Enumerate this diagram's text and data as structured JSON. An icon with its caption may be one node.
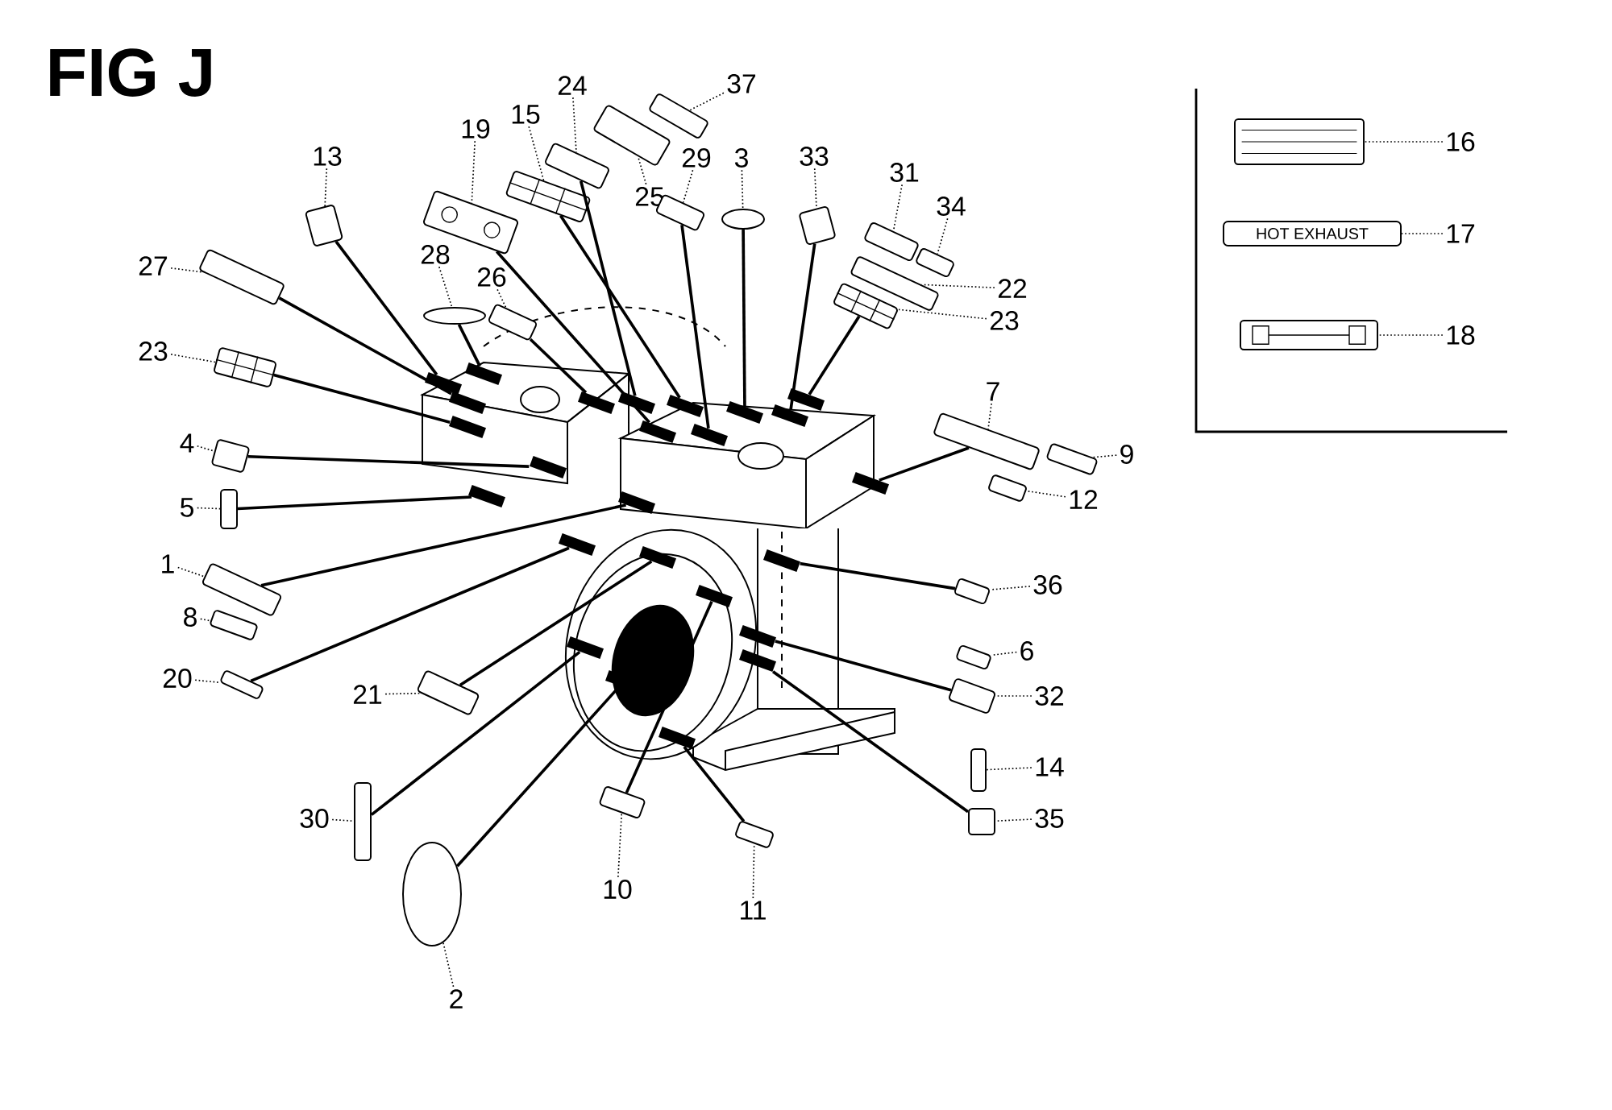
{
  "diagram": {
    "title": "FIG J",
    "nodes": [
      {
        "text": [
          "13"
        ]
      },
      {
        "text": [],
        "shape": "box"
      },
      {
        "text": [
          "19"
        ]
      },
      {
        "text": [],
        "shape": "box"
      },
      {
        "text": [
          "15"
        ]
      },
      {
        "text": [],
        "shape": "box"
      },
      {
        "text": [
          "24"
        ]
      },
      {
        "text": [],
        "shape": "box"
      },
      {
        "text": [
          "37"
        ]
      },
      {
        "text": [],
        "shape": "box"
      },
      {
        "text": [
          "25"
        ]
      },
      {
        "text": [],
        "shape": "box"
      },
      {
        "text": [
          "3"
        ]
      },
      {
        "text": [],
        "shape": "ellipse"
      },
      {
        "text": [
          "33"
        ]
      },
      {
        "text": [],
        "shape": "box"
      },
      {
        "text": [
          "29"
        ]
      },
      {
        "text": [],
        "shape": "box"
      },
      {
        "text": [
          "27"
        ]
      },
      {
        "text": [],
        "shape": "box"
      },
      {
        "text": [
          "28"
        ]
      },
      {
        "text": [],
        "shape": "ellipse"
      },
      {
        "text": [
          "26"
        ]
      },
      {
        "text": [],
        "shape": "box"
      },
      {
        "text": [
          "31"
        ]
      },
      {
        "text": [],
        "shape": "box"
      },
      {
        "text": [
          "34"
        ]
      },
      {
        "text": [],
        "shape": "box"
      },
      {
        "text": [
          "22"
        ]
      },
      {
        "text": [],
        "shape": "box"
      },
      {
        "text": [
          "23"
        ]
      },
      {
        "text": [],
        "shape": "box"
      },
      {
        "text": [
          "23"
        ]
      },
      {
        "text": [],
        "shape": "box"
      },
      {
        "text": [
          "4"
        ]
      },
      {
        "text": [],
        "shape": "box"
      },
      {
        "text": [
          "7"
        ]
      },
      {
        "text": [],
        "shape": "box"
      },
      {
        "text": [
          "9"
        ]
      },
      {
        "text": [],
        "shape": "box"
      },
      {
        "text": [
          "12"
        ]
      },
      {
        "text": [],
        "shape": "box"
      },
      {
        "text": [
          "5"
        ]
      },
      {
        "text": [],
        "shape": "box"
      },
      {
        "text": [
          "1"
        ]
      },
      {
        "text": [],
        "shape": "box"
      },
      {
        "text": [
          "8"
        ]
      },
      {
        "text": [],
        "shape": "box"
      },
      {
        "text": [
          "36"
        ]
      },
      {
        "text": [],
        "shape": "box"
      },
      {
        "text": [
          "20"
        ]
      },
      {
        "text": [],
        "shape": "box"
      },
      {
        "text": [
          "6"
        ]
      },
      {
        "text": [],
        "shape": "box"
      },
      {
        "text": [
          "32"
        ]
      },
      {
        "text": [],
        "shape": "box"
      },
      {
        "text": [
          "21"
        ]
      },
      {
        "text": [],
        "shape": "box"
      },
      {
        "text": [
          "14"
        ]
      },
      {
        "text": [],
        "shape": "box"
      },
      {
        "text": [
          "35"
        ]
      },
      {
        "text": [],
        "shape": "box"
      },
      {
        "text": [
          "30"
        ]
      },
      {
        "text": [],
        "shape": "box"
      },
      {
        "text": [
          "10"
        ]
      },
      {
        "text": [],
        "shape": "box"
      },
      {
        "text": [
          "11"
        ]
      },
      {
        "text": [],
        "shape": "box"
      },
      {
        "text": [
          "2"
        ]
      },
      {
        "text": [],
        "shape": "ellipse"
      },
      {
        "text": [
          "16"
        ]
      },
      {
        "text": [],
        "shape": "box"
      },
      {
        "text": [
          "17"
        ]
      },
      {
        "text": [
          "HOT EXHAUST"
        ]
      },
      {
        "text": [
          "18"
        ]
      },
      {
        "text": [],
        "shape": "box"
      },
      {
        "text": [],
        "shape": "bar"
      },
      {
        "text": [],
        "shape": "bar"
      },
      {
        "text": [],
        "shape": "bar"
      },
      {
        "text": [],
        "shape": "bar"
      },
      {
        "text": [],
        "shape": "bar"
      },
      {
        "text": [],
        "shape": "bar"
      },
      {
        "text": [],
        "shape": "bar"
      },
      {
        "text": [],
        "shape": "bar"
      },
      {
        "text": [],
        "shape": "bar"
      },
      {
        "text": [],
        "shape": "bar"
      },
      {
        "text": [],
        "shape": "bar"
      },
      {
        "text": [],
        "shape": "bar"
      },
      {
        "text": [],
        "shape": "bar"
      },
      {
        "text": [],
        "shape": "bar"
      },
      {
        "text": [],
        "shape": "bar"
      },
      {
        "text": [],
        "shape": "bar"
      },
      {
        "text": [],
        "shape": "bar"
      },
      {
        "text": [],
        "shape": "bar"
      },
      {
        "text": [],
        "shape": "bar"
      },
      {
        "text": [],
        "shape": "bar"
      },
      {
        "text": [],
        "shape": "bar"
      },
      {
        "text": [],
        "shape": "bar"
      },
      {
        "text": [],
        "shape": "bar"
      },
      {
        "text": [],
        "shape": "bar"
      },
      {
        "text": [],
        "shape": "bar"
      }
    ],
    "edges": [
      {
        "from": 0,
        "to": 1,
        "arrow": "none",
        "style": "dashed"
      },
      {
        "from": 2,
        "to": 3,
        "arrow": "none",
        "style": "dashed"
      },
      {
        "from": 4,
        "to": 5,
        "arrow": "none",
        "style": "dashed"
      },
      {
        "from": 6,
        "to": 7,
        "arrow": "none",
        "style": "dashed"
      },
      {
        "from": 8,
        "to": 9,
        "arrow": "none",
        "style": "dashed"
      },
      {
        "from": 10,
        "to": 11,
        "arrow": "none",
        "style": "dashed"
      },
      {
        "from": 12,
        "to": 13,
        "arrow": "none",
        "style": "dashed"
      },
      {
        "from": 14,
        "to": 15,
        "arrow": "none",
        "style": "dashed"
      },
      {
        "from": 16,
        "to": 17,
        "arrow": "none",
        "style": "dashed"
      },
      {
        "from": 18,
        "to": 19,
        "arrow": "none",
        "style": "dashed"
      },
      {
        "from": 20,
        "to": 21,
        "arrow": "none",
        "style": "dashed"
      },
      {
        "from": 22,
        "to": 23,
        "arrow": "none",
        "style": "dashed"
      },
      {
        "from": 24,
        "to": 25,
        "arrow": "none",
        "style": "dashed"
      },
      {
        "from": 26,
        "to": 27,
        "arrow": "none",
        "style": "dashed"
      },
      {
        "from": 28,
        "to": 29,
        "arrow": "none",
        "style": "dashed"
      },
      {
        "from": 30,
        "to": 31,
        "arrow": "none",
        "style": "dashed"
      },
      {
        "from": 32,
        "to": 33,
        "arrow": "none",
        "style": "dashed"
      },
      {
        "from": 34,
        "to": 35,
        "arrow": "none",
        "style": "dashed"
      },
      {
        "from": 36,
        "to": 37,
        "arrow": "none",
        "style": "dashed"
      },
      {
        "from": 38,
        "to": 39,
        "arrow": "none",
        "style": "dashed"
      },
      {
        "from": 40,
        "to": 41,
        "arrow": "none",
        "style": "dashed"
      },
      {
        "from": 42,
        "to": 43,
        "arrow": "none",
        "style": "dashed"
      },
      {
        "from": 44,
        "to": 45,
        "arrow": "none",
        "style": "dashed"
      },
      {
        "from": 46,
        "to": 47,
        "arrow": "none",
        "style": "dashed"
      },
      {
        "from": 48,
        "to": 49,
        "arrow": "none",
        "style": "dashed"
      },
      {
        "from": 50,
        "to": 51,
        "arrow": "none",
        "style": "dashed"
      },
      {
        "from": 52,
        "to": 53,
        "arrow": "none",
        "style": "dashed"
      },
      {
        "from": 54,
        "to": 55,
        "arrow": "none",
        "style": "dashed"
      },
      {
        "from": 56,
        "to": 57,
        "arrow": "none",
        "style": "dashed"
      },
      {
        "from": 58,
        "to": 59,
        "arrow": "none",
        "style": "dashed"
      },
      {
        "from": 60,
        "to": 61,
        "arrow": "none",
        "style": "dashed"
      },
      {
        "from": 62,
        "to": 63,
        "arrow": "none",
        "style": "dashed"
      },
      {
        "from": 64,
        "to": 65,
        "arrow": "none",
        "style": "dashed"
      },
      {
        "from": 66,
        "to": 67,
        "arrow": "none",
        "style": "dashed"
      },
      {
        "from": 68,
        "to": 69,
        "arrow": "none",
        "style": "dashed"
      },
      {
        "from": 70,
        "to": 71,
        "arrow": "none",
        "style": "dashed"
      },
      {
        "from": 72,
        "to": 73,
        "arrow": "none",
        "style": "dashed"
      },
      {
        "from": 74,
        "to": 75,
        "arrow": "none",
        "style": "dashed"
      },
      {
        "from": 1,
        "to": 76,
        "arrow": "none"
      },
      {
        "from": 3,
        "to": 77,
        "arrow": "none"
      },
      {
        "from": 5,
        "to": 78,
        "arrow": "none"
      },
      {
        "from": 7,
        "to": 79,
        "arrow": "none"
      },
      {
        "from": 13,
        "to": 80,
        "arrow": "none"
      },
      {
        "from": 15,
        "to": 81,
        "arrow": "none"
      },
      {
        "from": 17,
        "to": 82,
        "arrow": "none"
      },
      {
        "from": 19,
        "to": 83,
        "arrow": "none"
      },
      {
        "from": 21,
        "to": 84,
        "arrow": "none"
      },
      {
        "from": 23,
        "to": 85,
        "arrow": "none"
      },
      {
        "from": 31,
        "to": 86,
        "arrow": "none"
      },
      {
        "from": 33,
        "to": 87,
        "arrow": "none"
      },
      {
        "from": 35,
        "to": 88,
        "arrow": "none"
      },
      {
        "from": 37,
        "to": 89,
        "arrow": "none"
      },
      {
        "from": 43,
        "to": 90,
        "arrow": "none"
      },
      {
        "from": 45,
        "to": 91,
        "arrow": "none"
      },
      {
        "from": 49,
        "to": 92,
        "arrow": "none"
      },
      {
        "from": 51,
        "to": 93,
        "arrow": "none"
      },
      {
        "from": 55,
        "to": 94,
        "arrow": "none"
      },
      {
        "from": 57,
        "to": 95,
        "arrow": "none"
      },
      {
        "from": 61,
        "to": 96,
        "arrow": "none"
      },
      {
        "from": 63,
        "to": 97,
        "arrow": "none"
      },
      {
        "from": 65,
        "to": 98,
        "arrow": "none"
      },
      {
        "from": 67,
        "to": 99,
        "arrow": "none"
      },
      {
        "from": 69,
        "to": 100,
        "arrow": "none"
      }
    ]
  }
}
